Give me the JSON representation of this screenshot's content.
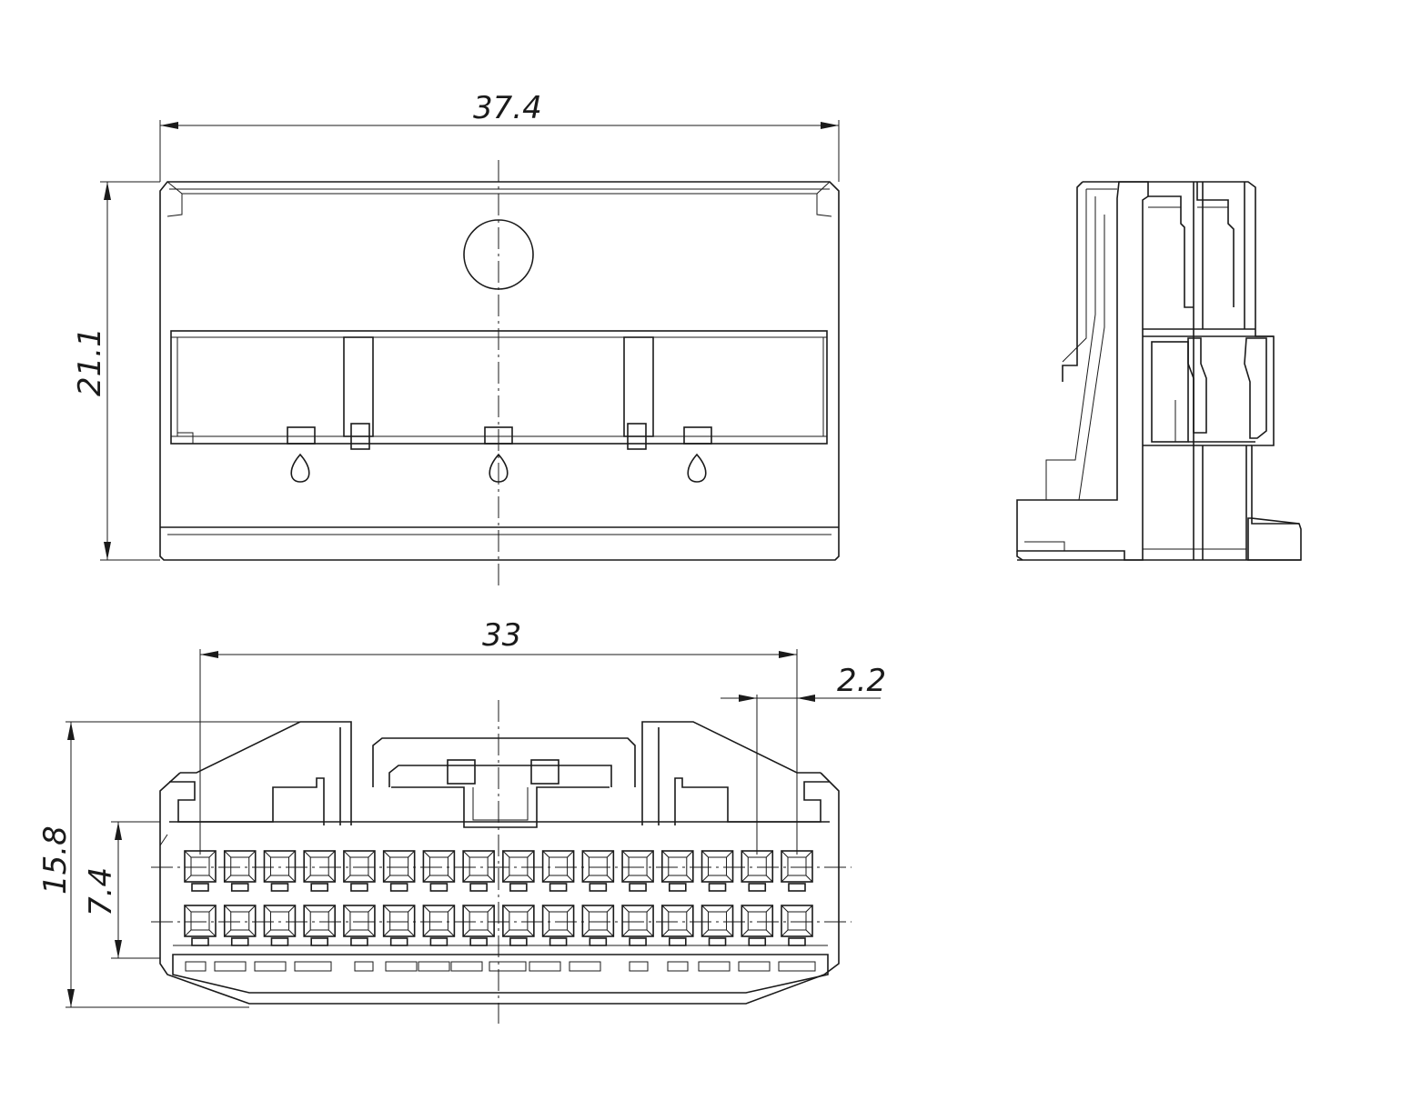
{
  "dimensions": {
    "front_width": "37.4",
    "front_height": "21.1",
    "pitch_span": "33",
    "pitch": "2.2",
    "bottom_height": "15.8",
    "row_spacing": "7.4"
  },
  "connector": {
    "cavities_per_row": 16,
    "rows": 2
  },
  "colors": {
    "line": "#1a1a1a",
    "background": "#ffffff"
  }
}
